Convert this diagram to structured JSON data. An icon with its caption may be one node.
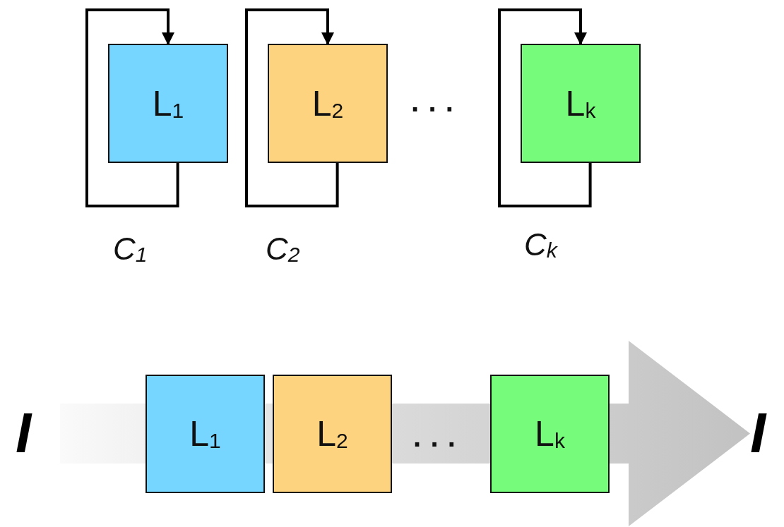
{
  "diagram": {
    "nodes": [
      {
        "text": [
          "L$_{1}$"
        ],
        "beside": [
          "C$_{1}$"
        ]
      },
      {
        "text": [
          "L$_{2}$"
        ],
        "beside": [
          "C$_{2}$"
        ]
      },
      {
        "text": [
          "L$_{k}$"
        ],
        "beside": [
          "C$_{k}$"
        ]
      },
      {
        "text": [
          "L$_{1}$"
        ]
      },
      {
        "text": [
          "L$_{2}$"
        ]
      },
      {
        "text": [
          "L$_{k}$"
        ]
      }
    ],
    "edges": [
      {
        "from": 0,
        "to": 0,
        "arrow": "to"
      },
      {
        "from": 1,
        "to": 1,
        "arrow": "to"
      },
      {
        "from": 2,
        "to": 2,
        "arrow": "to"
      }
    ],
    "labels": [
      "· · ·",
      "I",
      "· · ·",
      "I"
    ]
  }
}
